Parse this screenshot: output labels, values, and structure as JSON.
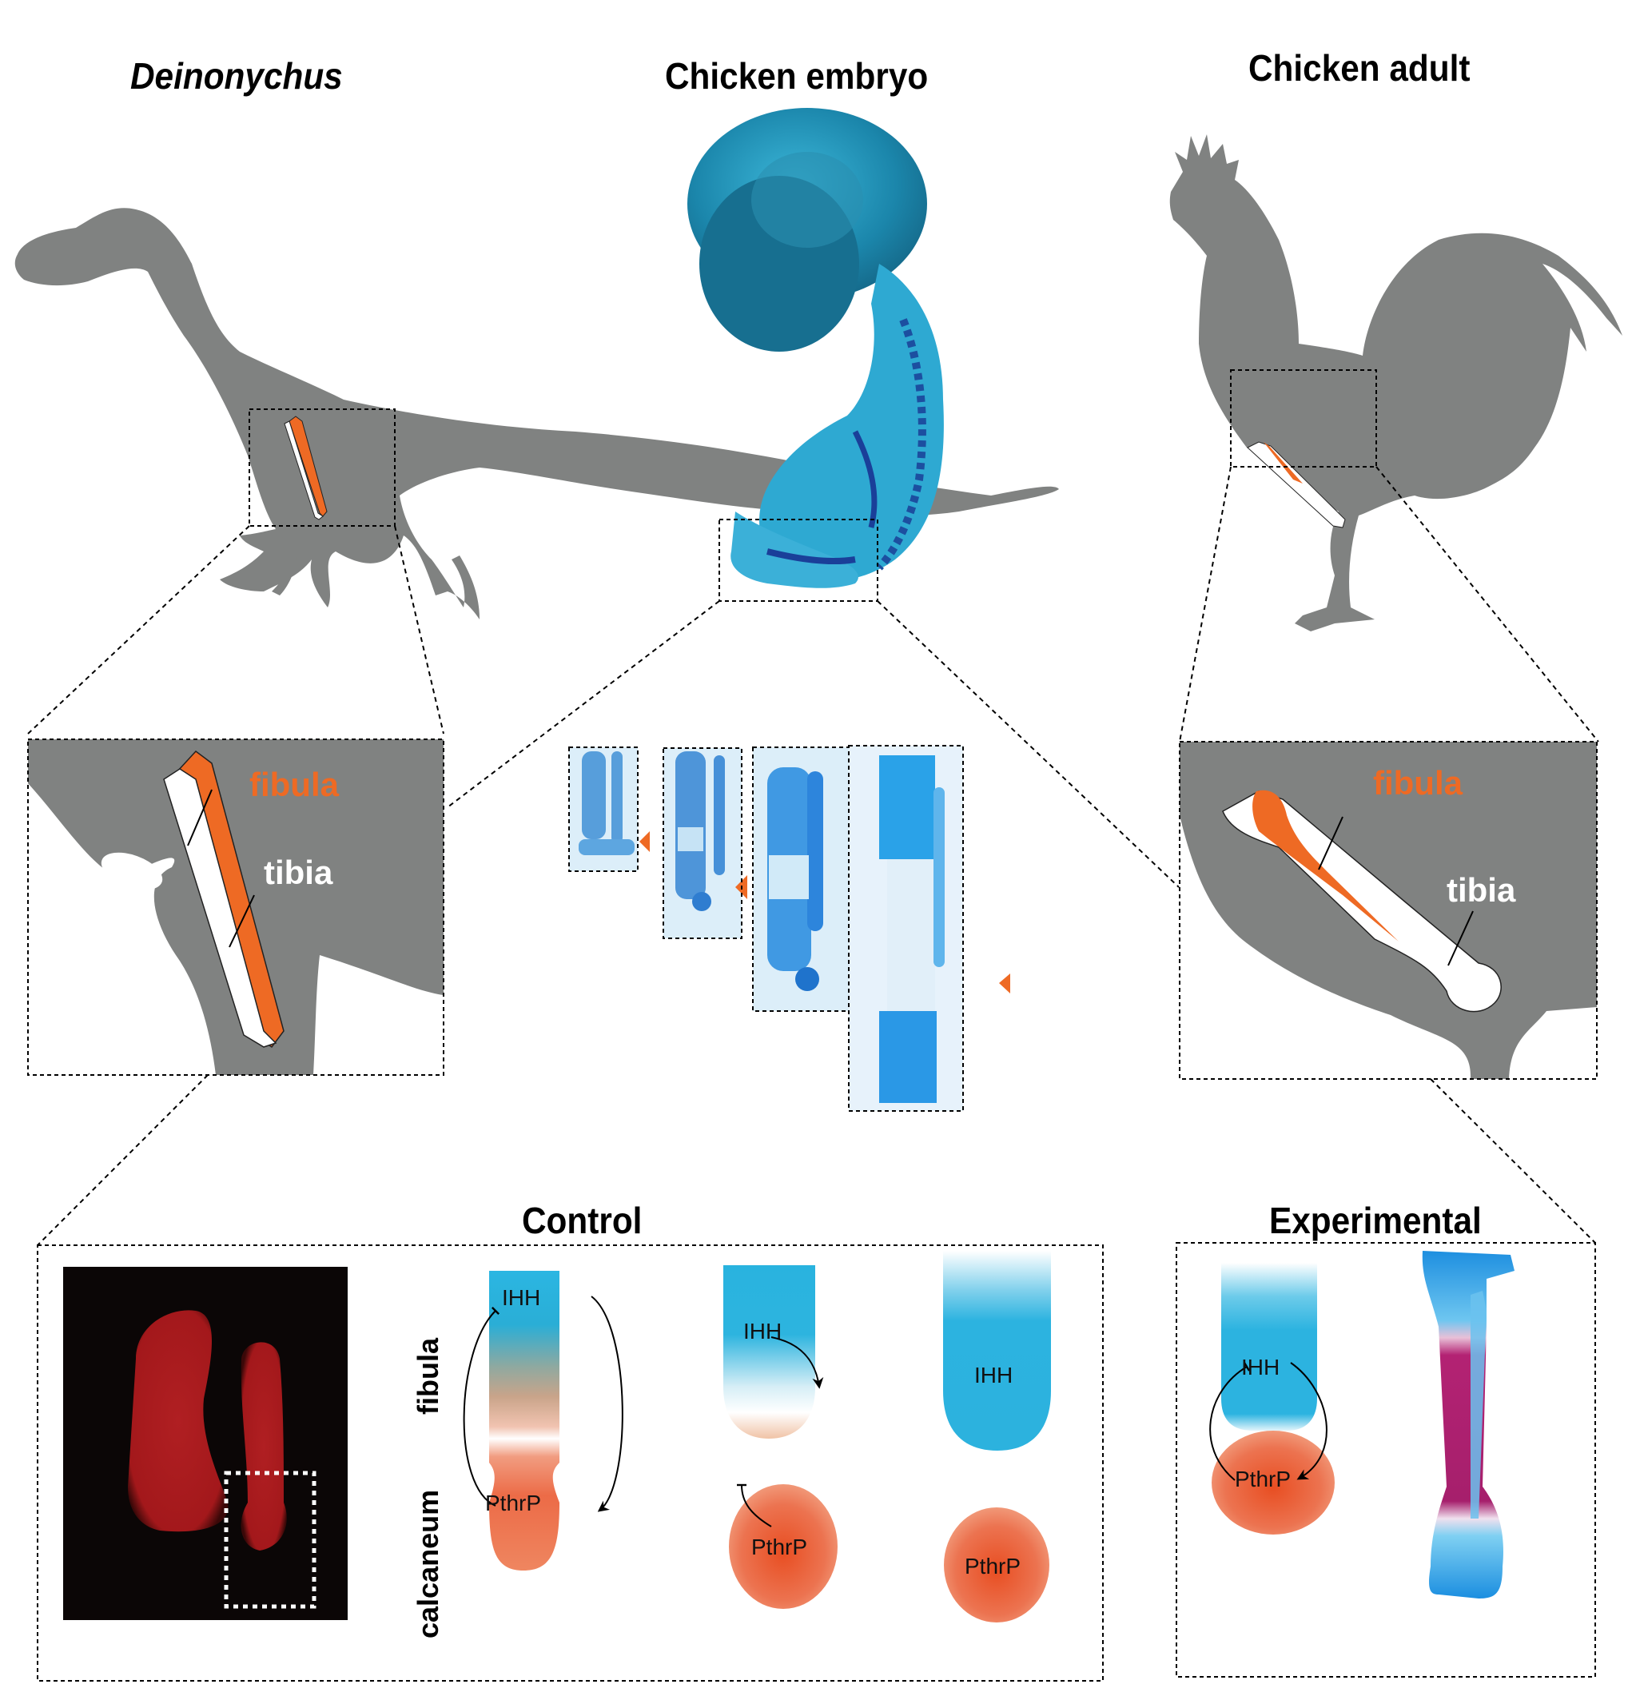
{
  "headers": {
    "deinonychus": "Deinonychus",
    "chicken_embryo": "Chicken embryo",
    "chicken_adult": "Chicken adult"
  },
  "inset_labels": {
    "deinonychus_fibula": "fibula",
    "deinonychus_tibia": "tibia",
    "adult_fibula": "fibula",
    "adult_tibia": "tibia"
  },
  "bottom": {
    "control_title": "Control",
    "experimental_title": "Experimental",
    "axis_fibula": "fibula",
    "axis_calcaneum": "calcaneum",
    "control_panels": [
      {
        "top_gene": "IHH",
        "bottom_gene": "PthrP"
      },
      {
        "top_gene": "IHH",
        "bottom_gene": "PthrP"
      },
      {
        "top_gene": "IHH",
        "bottom_gene": "PthrP"
      }
    ],
    "experimental_panel": {
      "top_gene": "IHH",
      "bottom_gene": "PthrP"
    }
  },
  "colors": {
    "silhouette": "#808281",
    "fibula_orange": "#ee6a24",
    "cartilage_blue": "#29b4e0",
    "pthrp_orange": "#e9643c",
    "embryo_teal": "#1a7fa0",
    "fluor_red": "#c81e22",
    "bone_magenta": "#b0206e"
  }
}
